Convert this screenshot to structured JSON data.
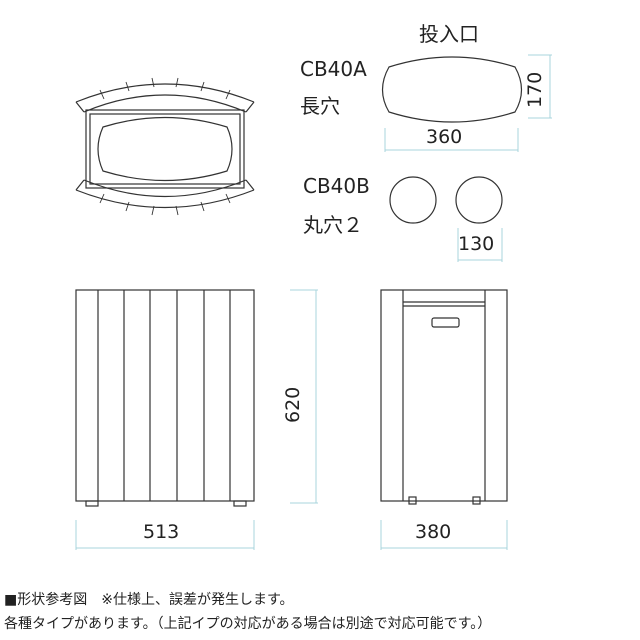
{
  "opening_title": "投入口",
  "variant_a": {
    "code": "CB40A",
    "hole": "長穴",
    "width": "360",
    "height": "170"
  },
  "variant_b": {
    "code": "CB40B",
    "hole": "丸穴２",
    "diameter": "130"
  },
  "front_view": {
    "height": "620",
    "width": "513"
  },
  "side_view": {
    "width": "380"
  },
  "notes": [
    "■形状参考図　※仕様上、誤差が発生します。",
    "各種タイプがあります。（上記イプの対応がある場合は別途で対応可能です。）"
  ],
  "colors": {
    "line": "#333333",
    "dimension": "#a8d4dc",
    "fill": "#ffffff"
  }
}
